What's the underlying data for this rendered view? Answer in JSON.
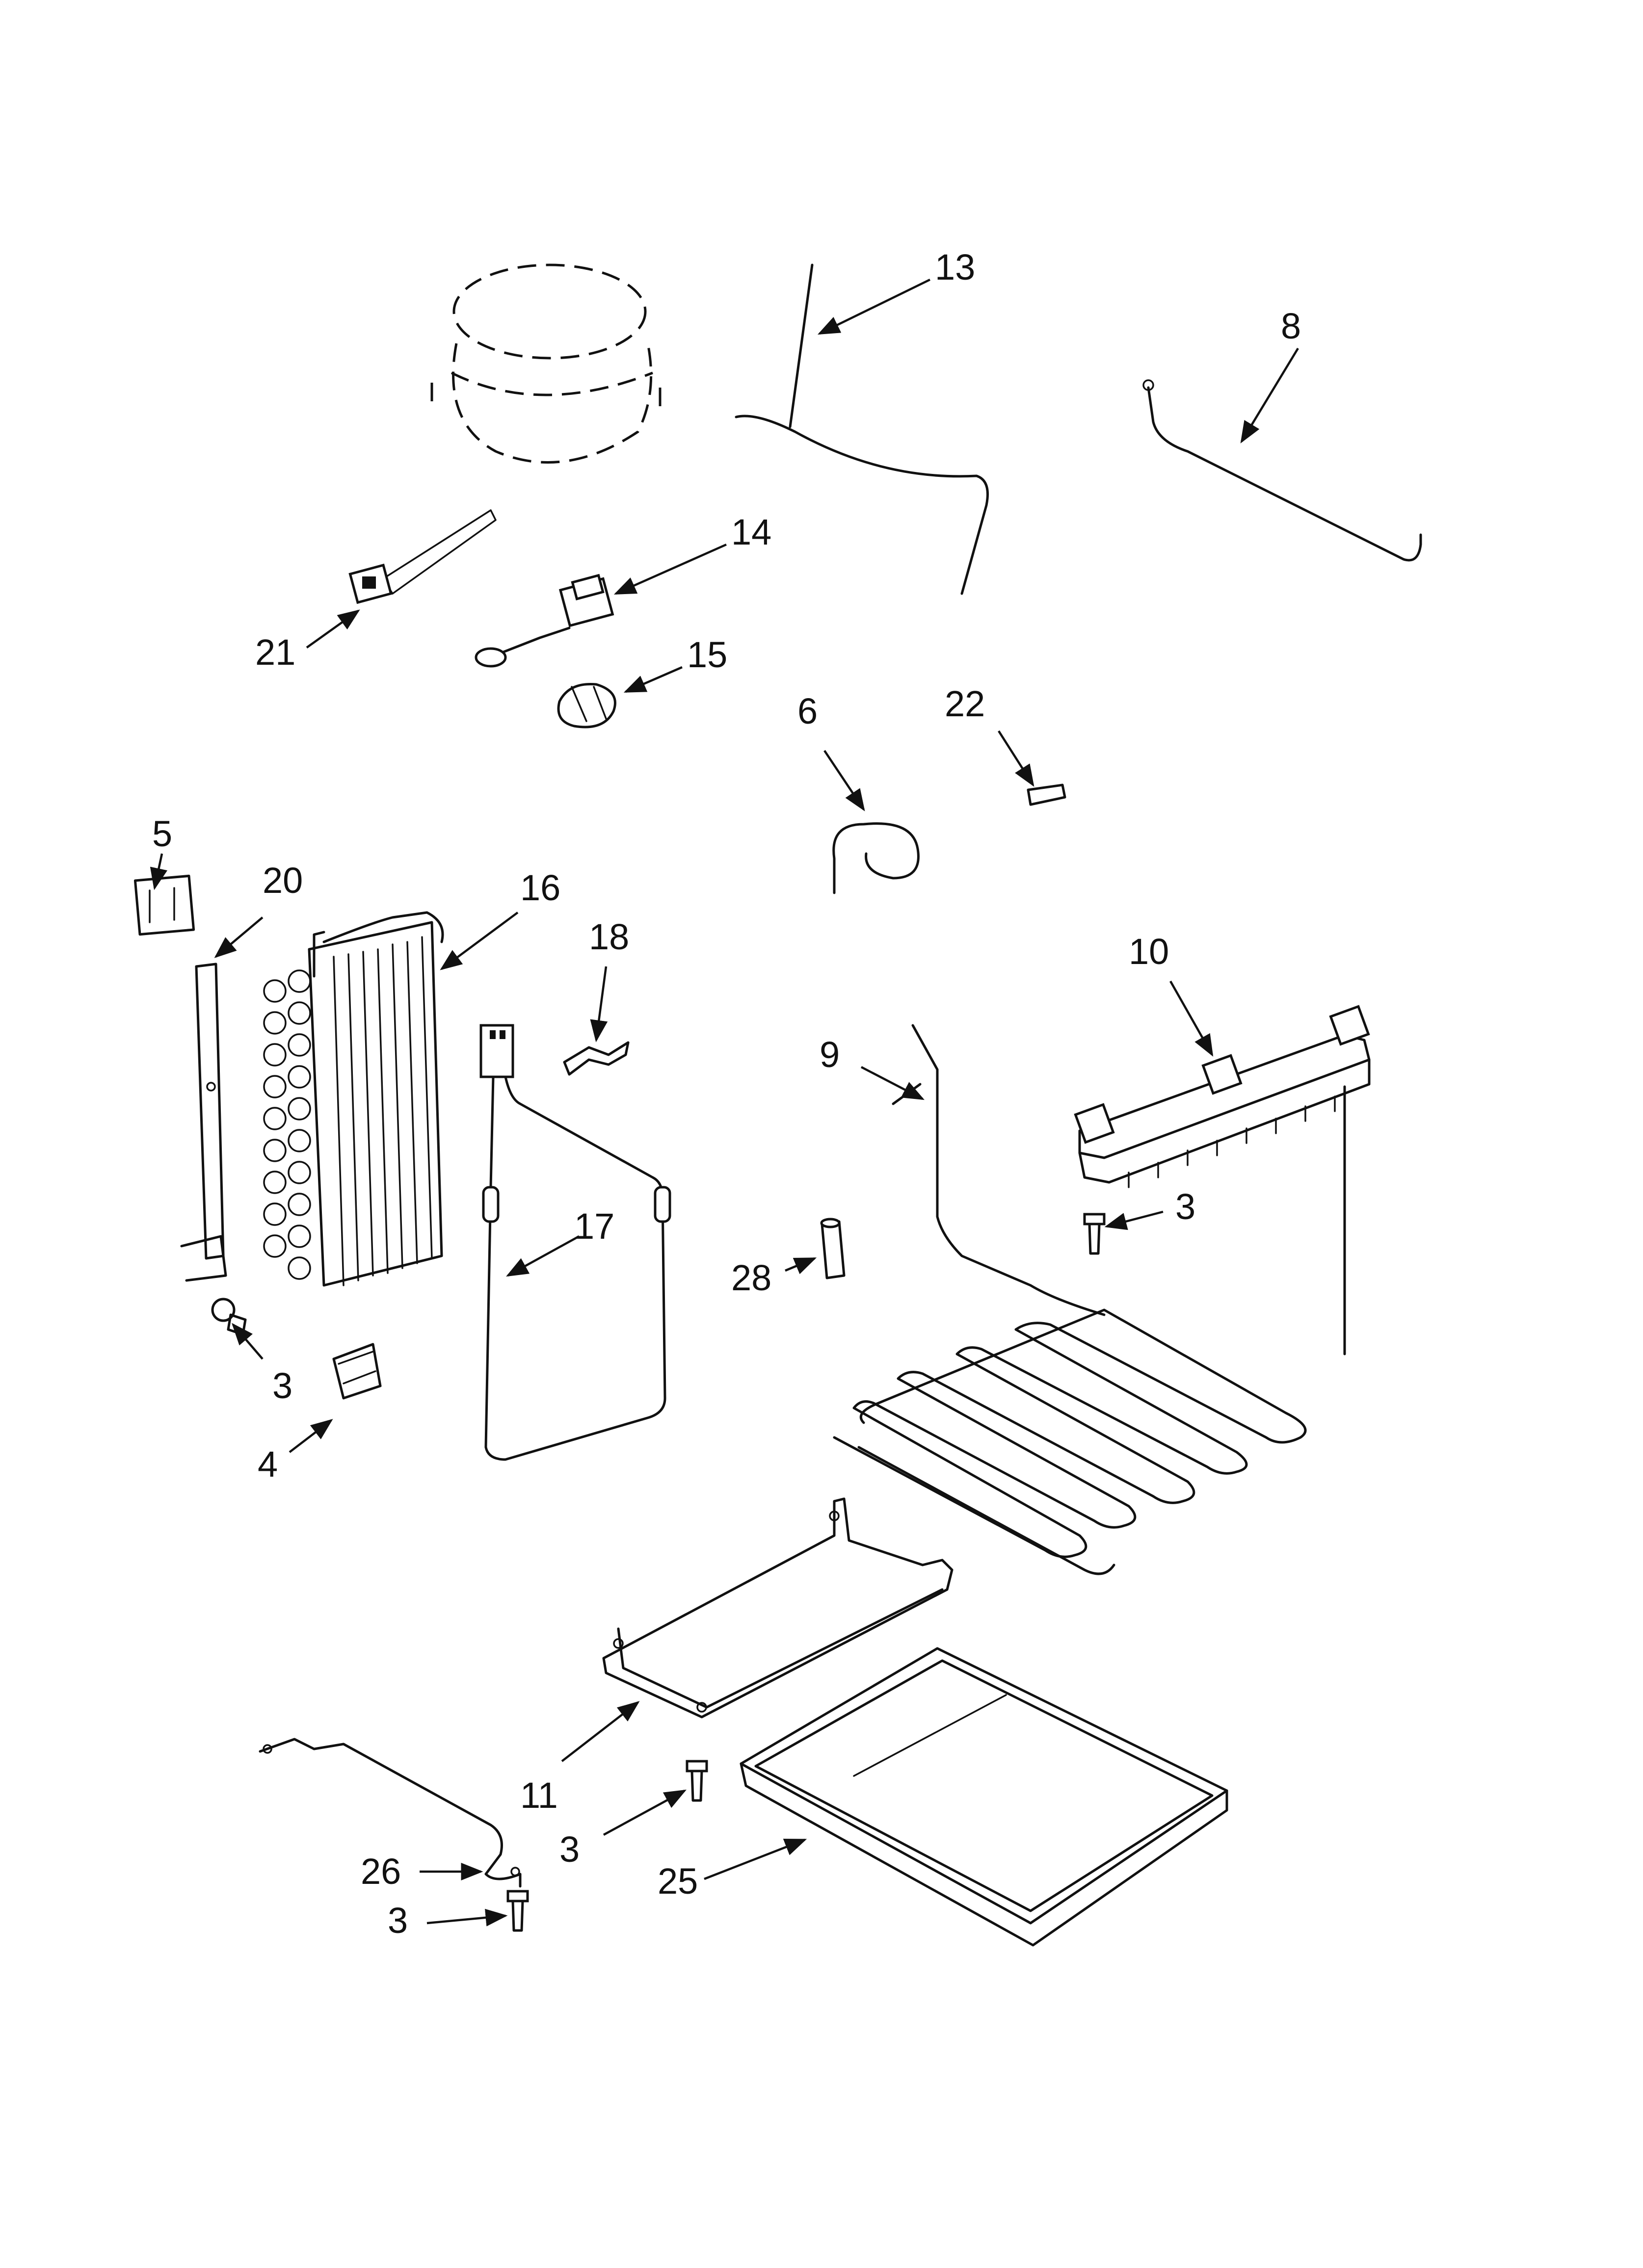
{
  "callouts": {
    "c13": "13",
    "c8": "8",
    "c14": "14",
    "c21": "21",
    "c15": "15",
    "c6": "6",
    "c22": "22",
    "c5": "5",
    "c20": "20",
    "c16": "16",
    "c18": "18",
    "c10": "10",
    "c9": "9",
    "c3a": "3",
    "c17": "17",
    "c28": "28",
    "c3b": "3",
    "c4": "4",
    "c11": "11",
    "c3c": "3",
    "c26": "26",
    "c25": "25",
    "c3d": "3"
  }
}
